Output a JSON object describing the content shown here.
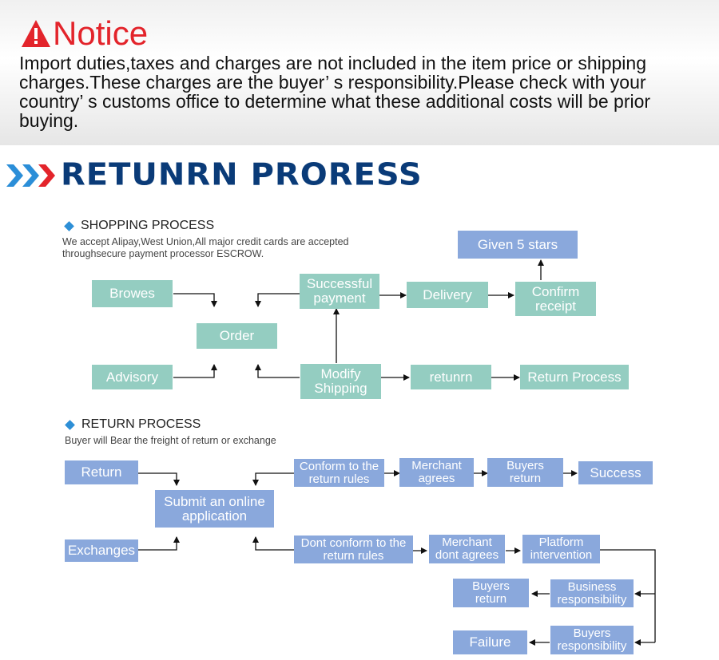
{
  "notice": {
    "title": "Notice",
    "text": "Import duties,taxes and charges are not included in the item price or shipping charges.These charges are the buyer’ s responsibility.Please check with your country’ s customs office to determine what these additional costs will be prior buying."
  },
  "heading": "RETUNRN PRORESS",
  "shopping": {
    "title": "SHOPPING PROCESS",
    "desc": "We accept Alipay,West Union,All major credit cards are accepted\nthroughsecure payment processor ESCROW.",
    "boxes": {
      "given_5_stars": "Given 5 stars",
      "browes": "Browes",
      "successful_payment": "Successful\npayment",
      "delivery": "Delivery",
      "confirm_receipt": "Confirm\nreceipt",
      "order": "Order",
      "advisory": "Advisory",
      "modify_shipping": "Modify\nShipping",
      "retunrn": "retunrn",
      "return_process": "Return Process"
    }
  },
  "returns": {
    "title": "RETURN PROCESS",
    "desc": "Buyer will Bear the freight of return or exchange",
    "boxes": {
      "return": "Return",
      "conform": "Conform to the\nreturn rules",
      "merchant_agrees": "Merchant\nagrees",
      "buyers_return_top": "Buyers\nreturn",
      "success": "Success",
      "submit": "Submit an online\napplication",
      "exchanges": "Exchanges",
      "dont_conform": "Dont conform to the\nreturn rules",
      "merchant_dont": "Merchant\ndont agrees",
      "platform": "Platform\nintervention",
      "buyers_return_bottom": "Buyers\nreturn",
      "business_resp": "Business\nresponsibility",
      "failure": "Failure",
      "buyers_resp": "Buyers\nresponsibility"
    }
  },
  "colors": {
    "notice_red": "#e3242b",
    "heading_navy": "#0a3b78",
    "teal_box": "#94cdc1",
    "blue_box": "#8aa8dc"
  },
  "icons": [
    "warning-triangle-icon",
    "chevron-right-icon",
    "diamond-bullet-icon"
  ]
}
